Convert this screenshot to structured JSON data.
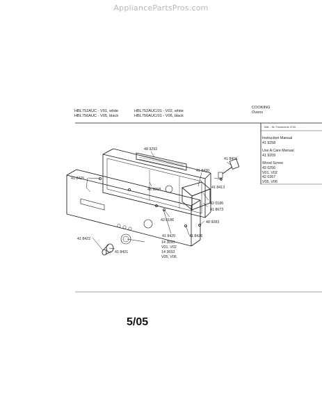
{
  "watermark": "AppliancePartsPros.com",
  "header": {
    "models_left": [
      "HBL752AUC - V01, white",
      "HBL756AUC - V05, black"
    ],
    "models_mid": [
      "HBL752AUC/01 - V02, white",
      "HBL756AUC/01 - V06, black"
    ],
    "category": [
      "COOKING",
      "Ovens"
    ]
  },
  "side_header": "Mat. - Nr. Fonds/ords 3740 . . . . . .",
  "side_list": [
    {
      "title": "Instruction Manual",
      "values": [
        "41 9258"
      ]
    },
    {
      "title": "Use A Care Manual",
      "values": [
        "41 9209"
      ]
    },
    {
      "title": "Wood Screw",
      "values": [
        "42 0256",
        "V01, V02",
        "42 0357",
        "V05, V06"
      ]
    }
  ],
  "parts": {
    "p489292": "48 9292",
    "p418425": "41 8425",
    "p489268": "48 9268",
    "p418430": "41 8430",
    "p418416": "41 8416",
    "p418413": "41 8413",
    "p420186a": "42 0186",
    "p418673": "41 8673",
    "p420186b": "42 0186",
    "p489283": "48 9283",
    "p418420": "41 8420",
    "p418426": "41 8426",
    "p143693a": "14 3693",
    "v0102": "V01, V02",
    "p143693b": "14 3693",
    "v0506": "V05, V06",
    "p418422": "41 8422",
    "p418421": "41 8421"
  },
  "page_number": "5/05"
}
